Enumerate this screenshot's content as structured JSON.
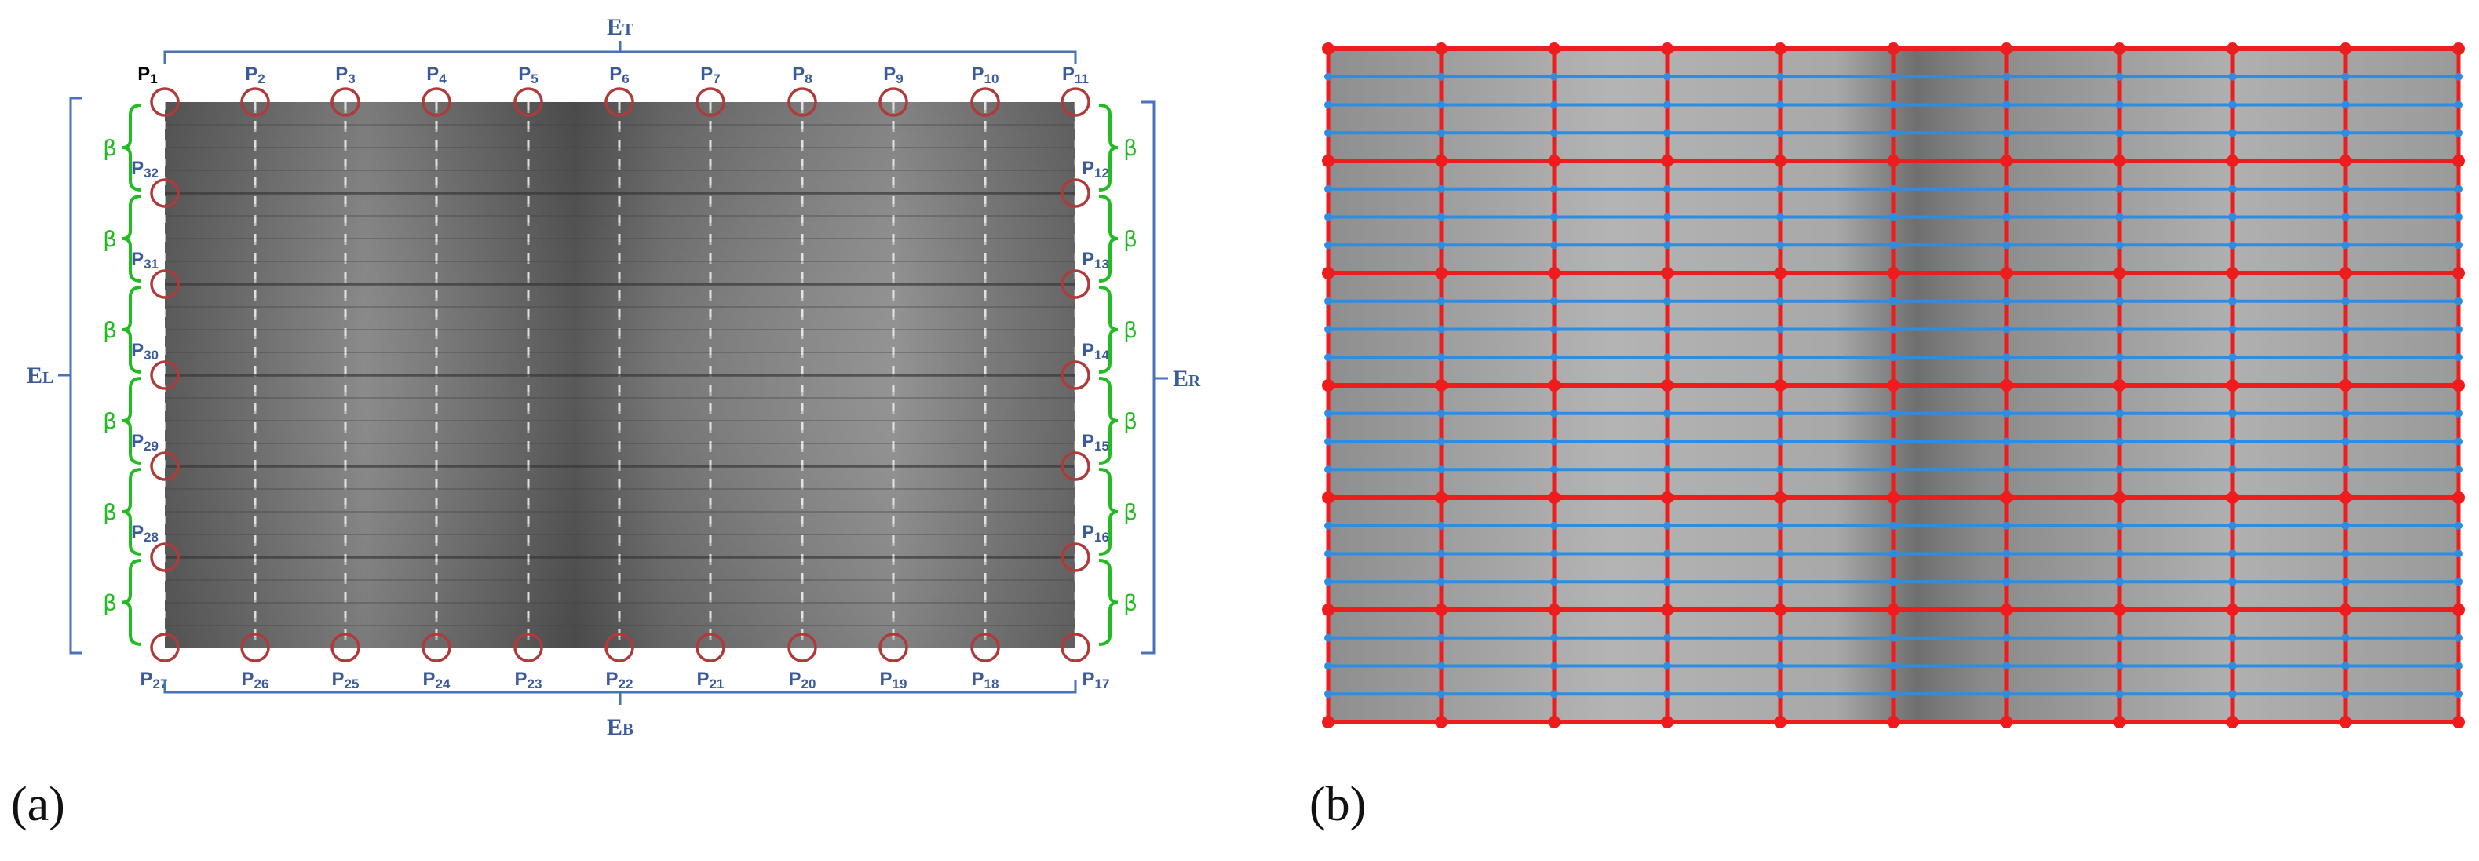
{
  "panel_a": {
    "label": "(a)",
    "edges": {
      "top": "E",
      "top_sub": "T",
      "bottom": "E",
      "bottom_sub": "B",
      "left": "E",
      "left_sub": "L",
      "right": "E",
      "right_sub": "R"
    },
    "beta": "β",
    "points": [
      "P1",
      "P2",
      "P3",
      "P4",
      "P5",
      "P6",
      "P7",
      "P8",
      "P9",
      "P10",
      "P11",
      "P12",
      "P13",
      "P14",
      "P15",
      "P16",
      "P17",
      "P18",
      "P19",
      "P20",
      "P21",
      "P22",
      "P23",
      "P24",
      "P25",
      "P26",
      "P27",
      "P28",
      "P29",
      "P30",
      "P31",
      "P32"
    ],
    "colors": {
      "edge_label": "#3a5a9c",
      "point_label": "#3a5a9c",
      "first_point": "#000000",
      "circle": "#b03a3a",
      "bracket_green": "#22bb22",
      "bracket_blue": "#4a72b8"
    }
  },
  "panel_b": {
    "label": "(b)",
    "cols": 10,
    "rows": 6,
    "sub_rows": 4,
    "colors": {
      "main_grid": "#ee1c1c",
      "sub_grid": "#2e8de0"
    }
  }
}
